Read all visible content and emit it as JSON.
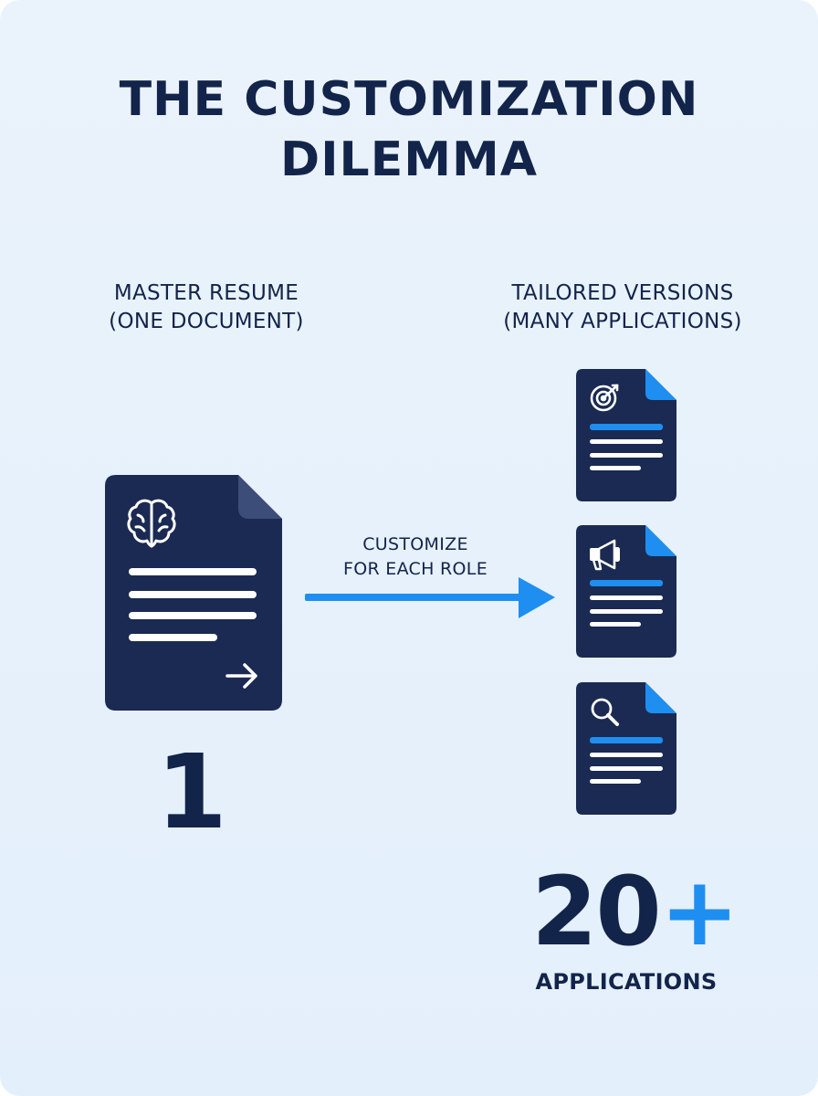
{
  "title": {
    "line1": "THE CUSTOMIZATION",
    "line2": "DILEMMA"
  },
  "left": {
    "heading_line1": "MASTER RESUME",
    "heading_line2": "(ONE DOCUMENT)",
    "count": "1",
    "doc_icons": [
      "brain-icon",
      "arrow-right-icon"
    ]
  },
  "arrow": {
    "label_line1": "CUSTOMIZE",
    "label_line2": "FOR EACH ROLE"
  },
  "right": {
    "heading_line1": "TAILORED VERSIONS",
    "heading_line2": "(MANY APPLICATIONS)",
    "count_number": "20",
    "count_plus": "+",
    "count_label": "APPLICATIONS",
    "doc_icons": [
      "target-icon",
      "megaphone-icon",
      "magnifier-icon"
    ]
  },
  "colors": {
    "navy": "#1b2a52",
    "accent_blue": "#1f8ef1",
    "background": "#e6f1fb"
  }
}
